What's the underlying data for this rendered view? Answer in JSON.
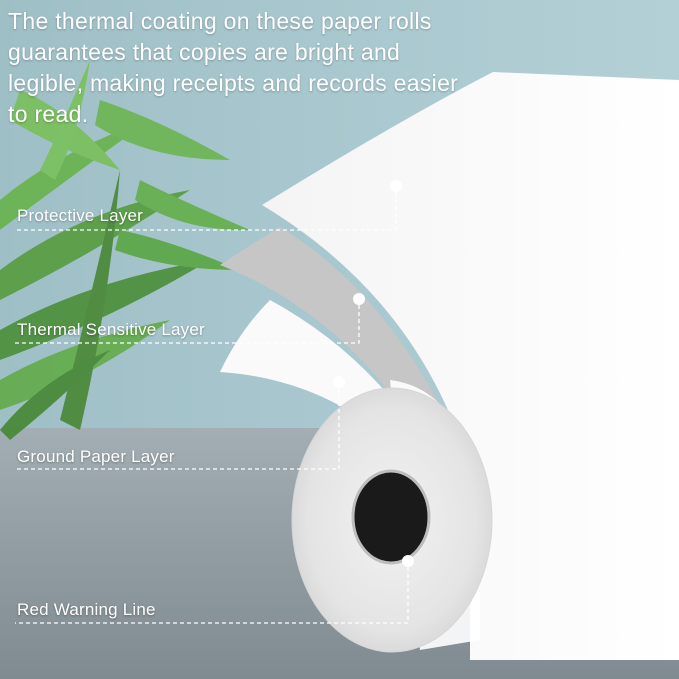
{
  "headline": "The thermal coating on these paper rolls guarantees that copies are bright and legible, making receipts and records easier to read.",
  "layers": [
    {
      "label": "Protective Layer"
    },
    {
      "label": "Thermal Sensitive Layer"
    },
    {
      "label": "Ground Paper Layer"
    },
    {
      "label": "Red Warning Line"
    }
  ],
  "colors": {
    "background": "#a9c6cd",
    "table": "#8e9ba1",
    "paper": "#ffffff",
    "grey_layer": "#c9c9c9",
    "leaf": "#5fa64a"
  }
}
